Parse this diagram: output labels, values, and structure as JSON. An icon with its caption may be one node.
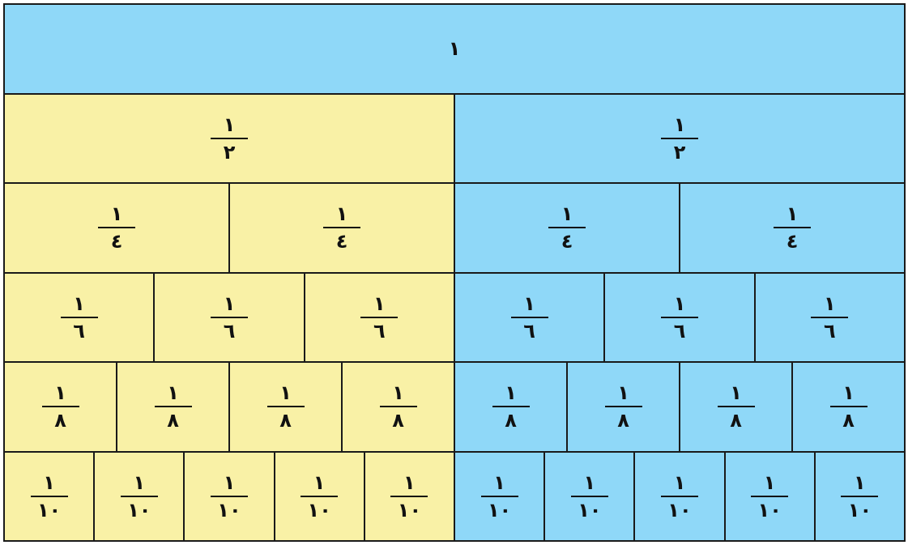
{
  "diagram": {
    "nodes": [
      {
        "text": [
          "١"
        ]
      },
      {
        "text": [
          "١",
          "٢"
        ]
      },
      {
        "text": [
          "١",
          "٢"
        ]
      },
      {
        "text": [
          "١",
          "٤"
        ]
      },
      {
        "text": [
          "١",
          "٤"
        ]
      },
      {
        "text": [
          "١",
          "٤"
        ]
      },
      {
        "text": [
          "١",
          "٤"
        ]
      },
      {
        "text": [
          "١",
          "٦"
        ]
      },
      {
        "text": [
          "١",
          "٦"
        ]
      },
      {
        "text": [
          "١",
          "٦"
        ]
      },
      {
        "text": [
          "١",
          "٦"
        ]
      },
      {
        "text": [
          "١",
          "٦"
        ]
      },
      {
        "text": [
          "١",
          "٦"
        ]
      },
      {
        "text": [
          "١",
          "٨"
        ]
      },
      {
        "text": [
          "١",
          "٨"
        ]
      },
      {
        "text": [
          "١",
          "٨"
        ]
      },
      {
        "text": [
          "١",
          "٨"
        ]
      },
      {
        "text": [
          "١",
          "٨"
        ]
      },
      {
        "text": [
          "١",
          "٨"
        ]
      },
      {
        "text": [
          "١",
          "٨"
        ]
      },
      {
        "text": [
          "١",
          "٨"
        ]
      },
      {
        "text": [
          "١",
          "١٠"
        ]
      },
      {
        "text": [
          "١",
          "١٠"
        ]
      },
      {
        "text": [
          "١",
          "١٠"
        ]
      },
      {
        "text": [
          "١",
          "١٠"
        ]
      },
      {
        "text": [
          "١",
          "١٠"
        ]
      },
      {
        "text": [
          "١",
          "١٠"
        ]
      },
      {
        "text": [
          "١",
          "١٠"
        ]
      },
      {
        "text": [
          "١",
          "١٠"
        ]
      },
      {
        "text": [
          "١",
          "١٠"
        ]
      },
      {
        "text": [
          "١",
          "١٠"
        ]
      }
    ]
  }
}
